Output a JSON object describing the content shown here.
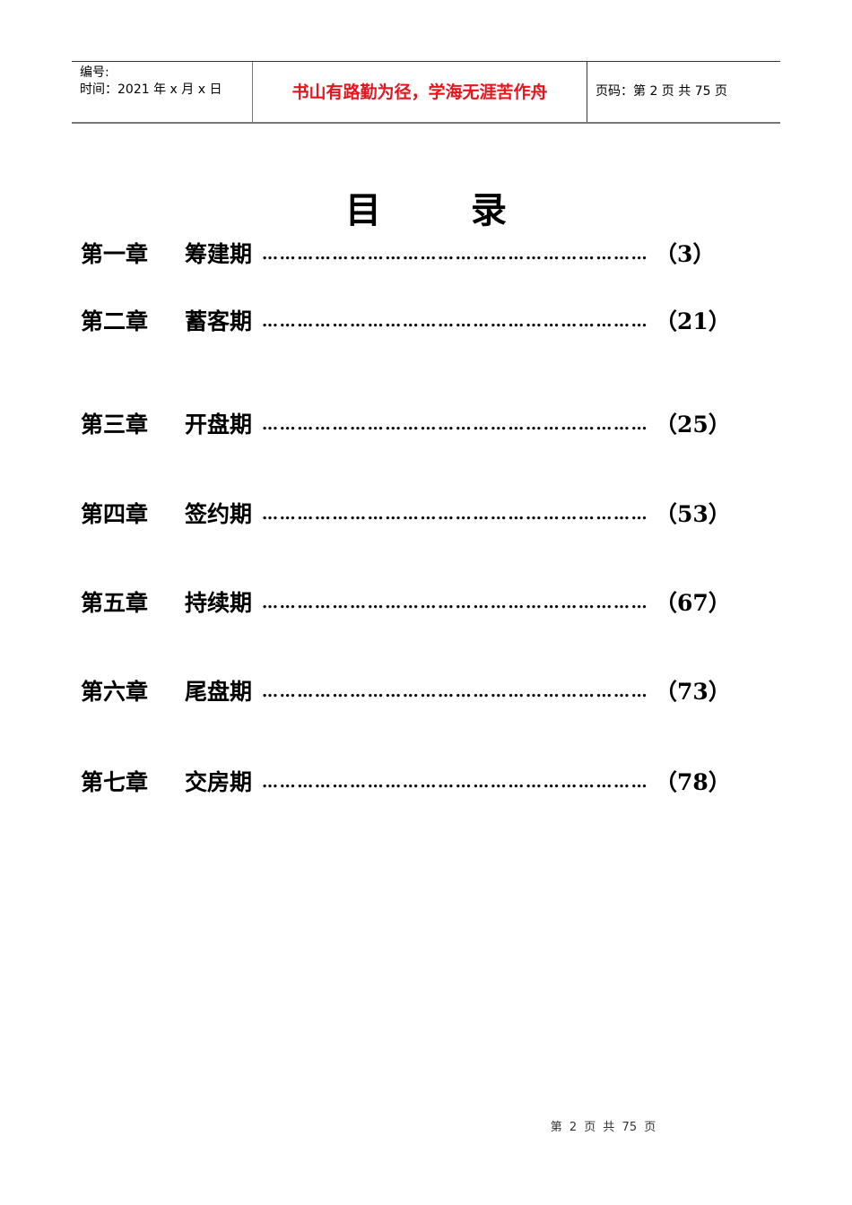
{
  "header": {
    "number_label": "编号:",
    "date_label": "时间：2021 年 x 月 x 日",
    "motto": "书山有路勤为径，学海无涯苦作舟",
    "page_info": "页码：第 2 页  共 75 页"
  },
  "title": {
    "char1": "目",
    "char2": "录"
  },
  "toc": [
    {
      "chapter": "第一章",
      "name": "筹建期",
      "dots": "…………………………………………………………",
      "page": "（3）"
    },
    {
      "chapter": "第二章",
      "name": "蓄客期",
      "dots": "…………………………………………………………",
      "page": "（21）"
    },
    {
      "chapter": "第三章",
      "name": "开盘期",
      "dots": "…………………………………………………………",
      "page": "（25）"
    },
    {
      "chapter": "第四章",
      "name": "签约期",
      "dots": "…………………………………………………………",
      "page": "（53）"
    },
    {
      "chapter": "第五章",
      "name": "持续期",
      "dots": "…………………………………………………………",
      "page": "（67）"
    },
    {
      "chapter": "第六章",
      "name": "尾盘期",
      "dots": "…………………………………………………………",
      "page": "（73）"
    },
    {
      "chapter": "第七章",
      "name": "交房期",
      "dots": "…………………………………………………………",
      "page": "（78）"
    }
  ],
  "footer": {
    "text": "第 2 页 共 75 页"
  },
  "colors": {
    "motto": "#e8141c",
    "text": "#000000"
  }
}
